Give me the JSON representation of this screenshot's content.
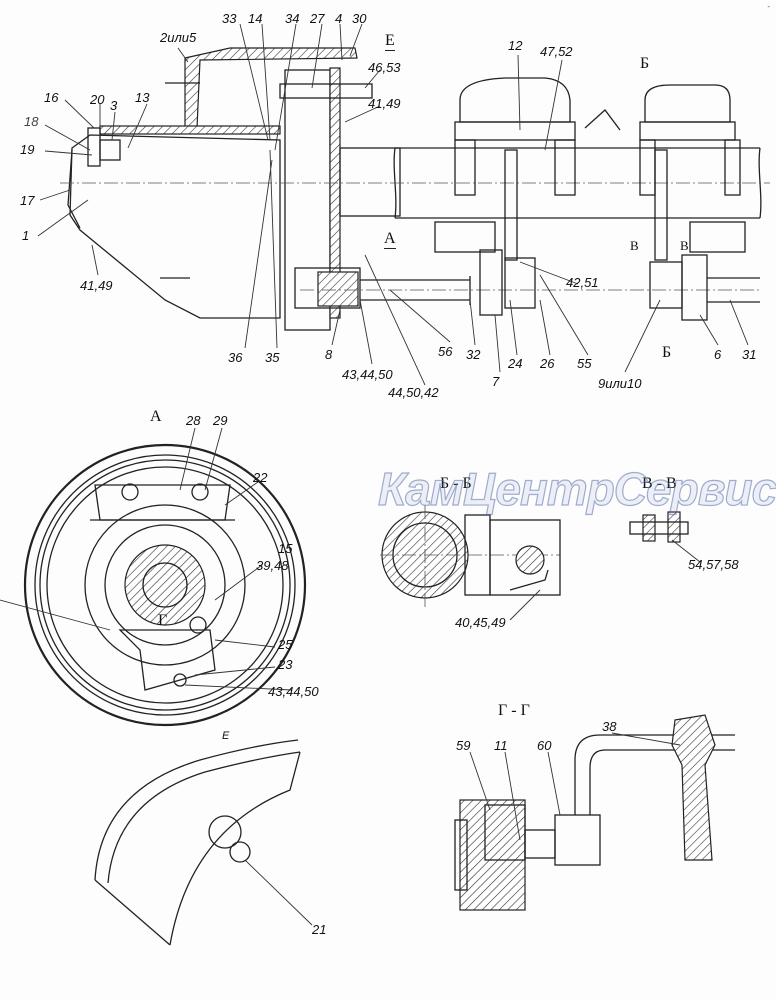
{
  "corner_mark": "-",
  "main_view": {
    "labels": {
      "l_2or5": "2или5",
      "l33": "33",
      "l14": "14",
      "l34": "34",
      "l27": "27",
      "l4": "4",
      "l30": "30",
      "l12": "12",
      "l47_52": "47,52",
      "l46_53": "46,53",
      "l41_49a": "41,49",
      "l16": "16",
      "l20": "20",
      "l3": "3",
      "l13": "13",
      "l18": "18",
      "l19": "19",
      "l17": "17",
      "l1": "1",
      "l41_49b": "41,49",
      "l42_51": "42,51",
      "l36": "36",
      "l35": "35",
      "l8": "8",
      "l43_44_50": "43,44,50",
      "l44_50_42": "44,50,42",
      "l56": "56",
      "l32": "32",
      "l24": "24",
      "l26": "26",
      "l55": "55",
      "l7": "7",
      "l9or10": "9или10",
      "l6": "6",
      "l31": "31"
    },
    "section_marks": {
      "E": "Е",
      "A": "А",
      "B_top": "Б",
      "B_bottom": "Б",
      "V1": "В",
      "V2": "В"
    }
  },
  "view_A": {
    "title": "А",
    "labels": {
      "l28": "28",
      "l29": "29",
      "l22": "22",
      "l15": "15",
      "l39_48": "39,48",
      "G": "Г",
      "l25": "25",
      "l23": "23",
      "l43_44_50": "43,44,50"
    }
  },
  "section_BB": {
    "title": "Б - Б",
    "labels": {
      "l40_45_49": "40,45,49"
    }
  },
  "section_VV": {
    "title": "В - В",
    "labels": {
      "l54_57_58": "54,57,58"
    }
  },
  "view_E": {
    "title": "Е",
    "labels": {
      "l21": "21"
    }
  },
  "section_GG": {
    "title": "Г - Г",
    "labels": {
      "l59": "59",
      "l11": "11",
      "l60": "60",
      "l38": "38"
    }
  },
  "watermark": "КамЦентрСервис"
}
